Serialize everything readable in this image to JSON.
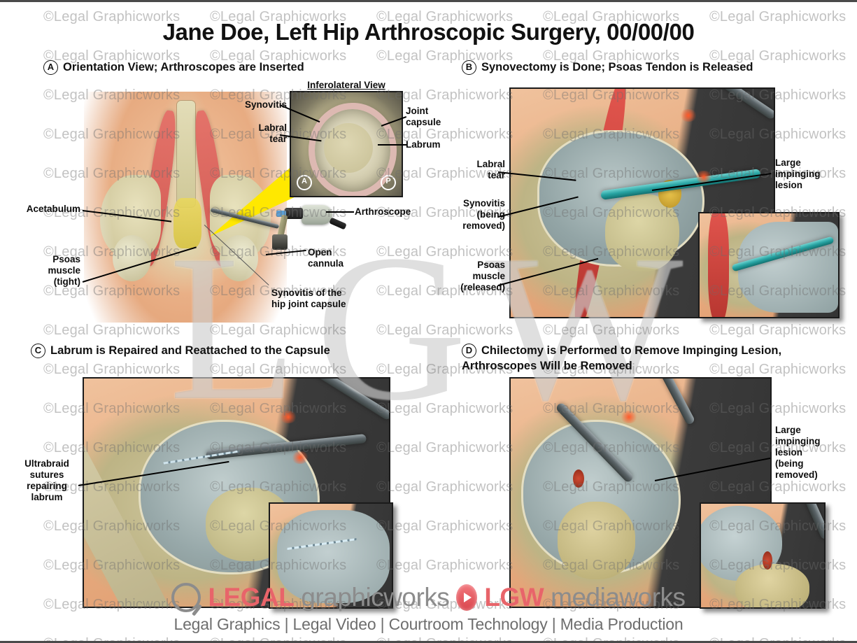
{
  "title": "Jane Doe, Left Hip Arthroscopic Surgery, 00/00/00",
  "panels": [
    {
      "id": "A",
      "letter": "A",
      "heading": "Orientation View; Arthroscopes are Inserted",
      "inset_title": "Inferolateral View",
      "inset_markers": {
        "anterior": "A",
        "posterior": "P"
      },
      "labels": [
        {
          "name": "acetabulum",
          "text": "Acetabulum"
        },
        {
          "name": "psoas-muscle-tight",
          "text": "Psoas\nmuscle\n(tight)"
        },
        {
          "name": "synovitis",
          "text": "Synovitis"
        },
        {
          "name": "labral-tear",
          "text": "Labral\ntear"
        },
        {
          "name": "joint-capsule",
          "text": "Joint\ncapsule"
        },
        {
          "name": "labrum",
          "text": "Labrum"
        },
        {
          "name": "arthroscope",
          "text": "Arthroscope"
        },
        {
          "name": "open-cannula",
          "text": "Open\ncannula"
        },
        {
          "name": "synovitis-hip-joint-capsule",
          "text": "Synovitis of the\nhip joint capsule"
        }
      ]
    },
    {
      "id": "B",
      "letter": "B",
      "heading": "Synovectomy is Done; Psoas Tendon is Released",
      "labels": [
        {
          "name": "labral-tear",
          "text": "Labral\ntear"
        },
        {
          "name": "synovitis-being-removed",
          "text": "Synovitis\n(being\nremoved)"
        },
        {
          "name": "psoas-muscle-released",
          "text": "Psoas\nmuscle\n(released)"
        },
        {
          "name": "large-impinging-lesion",
          "text": "Large\nimpinging\nlesion"
        }
      ]
    },
    {
      "id": "C",
      "letter": "C",
      "heading": "Labrum is Repaired and Reattached to the Capsule",
      "labels": [
        {
          "name": "ultrabraid-sutures",
          "text": "Ultrabraid\nsutures\nrepairing\nlabrum"
        }
      ]
    },
    {
      "id": "D",
      "letter": "D",
      "heading": "Chilectomy is Performed to Remove Impinging Lesion, Arthroscopes Will be Removed",
      "labels": [
        {
          "name": "large-impinging-lesion-being-removed",
          "text": "Large\nimpinging\nlesion\n(being\nremoved)"
        }
      ]
    }
  ],
  "watermark": {
    "repeat_text": "©Legal Graphicworks",
    "big_text": "LGW"
  },
  "footer": {
    "brand_legal": "LEGAL",
    "brand_graphicworks": "graphicworks",
    "brand_lgw": "LGW",
    "brand_mediaworks": "mediaworks",
    "tagline": "Legal Graphics | Legal Video | Courtroom Technology | Media Production"
  },
  "colors": {
    "brand_red": "#e8646a",
    "brand_gray": "#8c8c8c",
    "frame": "#1b1b1b",
    "callout_highlight": "#ffe800"
  }
}
